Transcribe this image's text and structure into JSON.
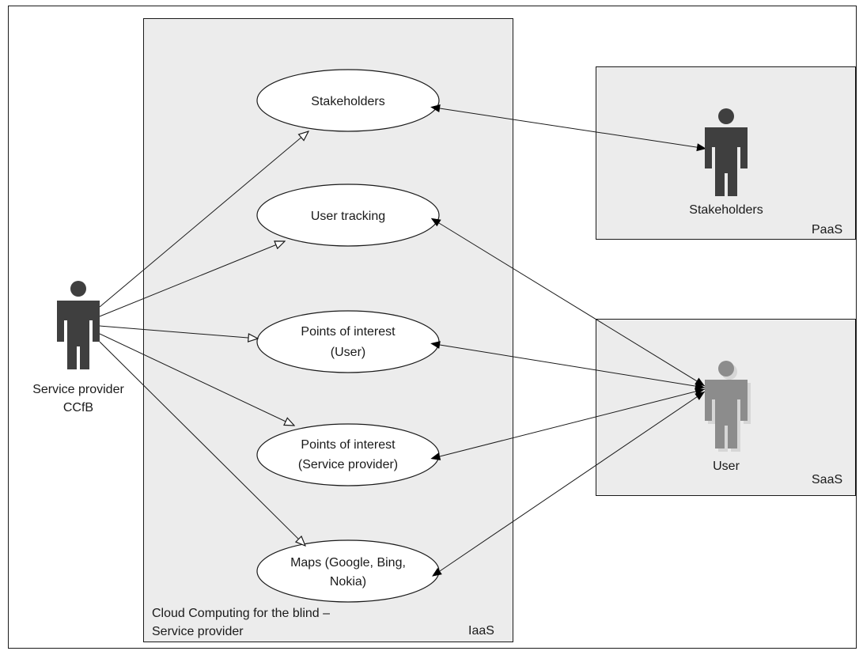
{
  "diagram": {
    "boxes": {
      "iaas": {
        "name": "IaaS",
        "caption_line1": "Cloud Computing for the blind –",
        "caption_line2": "Service provider"
      },
      "paas": {
        "name": "PaaS"
      },
      "saas": {
        "name": "SaaS"
      }
    },
    "use_cases": {
      "stakeholders": {
        "line1": "Stakeholders"
      },
      "user_tracking": {
        "line1": "User tracking"
      },
      "poi_user": {
        "line1": "Points of interest",
        "line2": "(User)"
      },
      "poi_provider": {
        "line1": "Points of interest",
        "line2": "(Service provider)"
      },
      "maps": {
        "line1": "Maps (Google, Bing,",
        "line2": "Nokia)"
      }
    },
    "actors": {
      "service_provider": {
        "line1": "Service provider",
        "line2": "CCfB",
        "color": "#3f3f3f"
      },
      "stakeholders": {
        "line1": "Stakeholders",
        "color": "#3f3f3f"
      },
      "user": {
        "line1": "User",
        "color": "#8c8c8c"
      }
    },
    "colors": {
      "box_fill": "#ececec",
      "outline": "#1a1a1a"
    }
  }
}
